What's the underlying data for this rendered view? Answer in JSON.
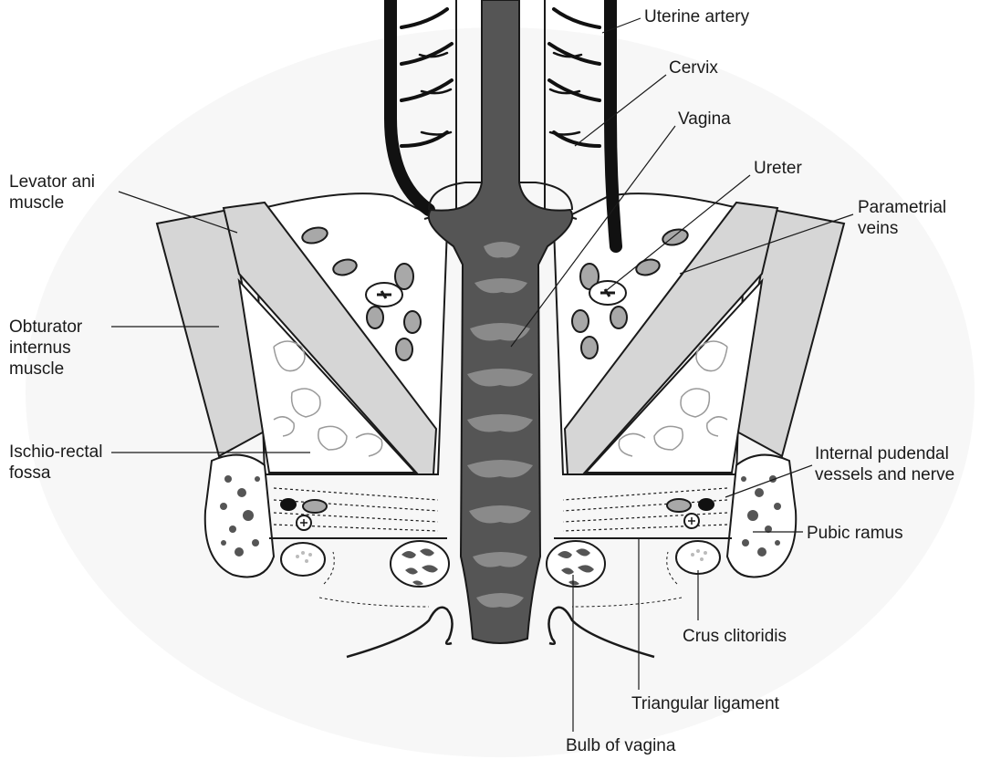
{
  "labels": {
    "uterine_artery": "Uterine artery",
    "cervix": "Cervix",
    "vagina": "Vagina",
    "ureter": "Ureter",
    "parametrial_veins": [
      "Parametrial",
      "veins"
    ],
    "levator_ani": [
      "Levator ani",
      "muscle"
    ],
    "obturator_internus": [
      "Obturator",
      "internus",
      "muscle"
    ],
    "ischio_rectal_fossa": [
      "Ischio-rectal",
      "fossa"
    ],
    "internal_pudendal": [
      "Internal pudendal",
      "vessels and nerve"
    ],
    "pubic_ramus": "Pubic ramus",
    "crus_clitoridis": "Crus clitoridis",
    "triangular_ligament": "Triangular ligament",
    "bulb_of_vagina": "Bulb of vagina"
  },
  "colors": {
    "muscle": "#d6d6d6",
    "line": "#1a1a1a",
    "vagina_dark": "#555555",
    "vagina_mid": "#8a8a8a",
    "vessel_fill": "#a8a8a8",
    "background": "#ffffff"
  }
}
